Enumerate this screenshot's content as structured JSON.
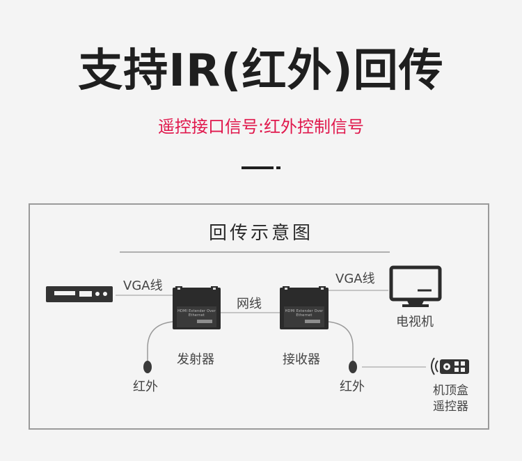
{
  "header": {
    "title": "支持IR(红外)回传",
    "subtitle": "遥控接口信号:红外控制信号"
  },
  "diagram": {
    "title": "回传示意图",
    "left_cable_label": "VGA线",
    "right_cable_label": "VGA线",
    "network_label": "网线",
    "transmitter_label": "发射器",
    "receiver_label": "接收器",
    "tv_label": "电视机",
    "ir_left_label": "红外",
    "ir_right_label": "红外",
    "stb_label_line1": "机顶盒",
    "stb_label_line2": "遥控器",
    "device_front_text": "HDMI Extender Over Ethernet",
    "icons": [
      "dvd-player-icon",
      "transmitter-device",
      "receiver-device",
      "monitor-icon",
      "ir-sensor-icon",
      "remote-control-icon"
    ]
  },
  "colors": {
    "accent": "#e0174c",
    "title": "#1f1f1f",
    "device": "#2b2b2b",
    "line": "#9a9a9a"
  }
}
